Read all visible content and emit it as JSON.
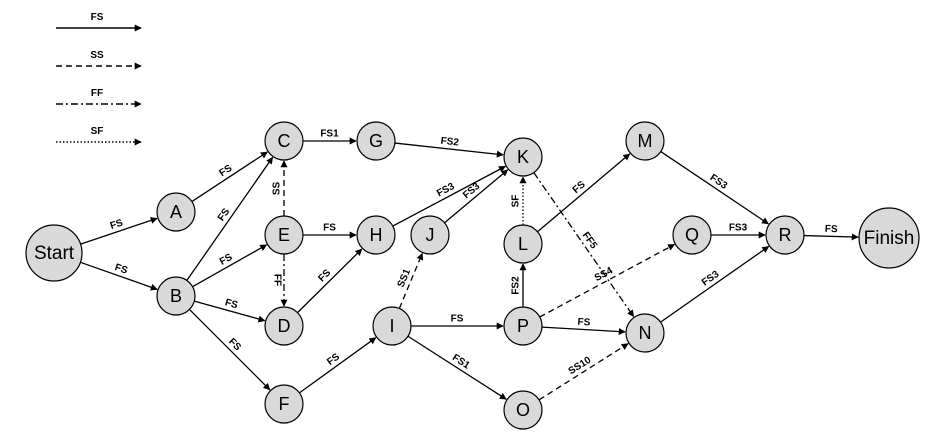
{
  "diagram": {
    "line_color": "#000000",
    "node_fill": "#d9d9d9",
    "legend": [
      {
        "type": "FS",
        "label": "FS",
        "style": "solid"
      },
      {
        "type": "SS",
        "label": "SS",
        "style": "dashed"
      },
      {
        "type": "FF",
        "label": "FF",
        "style": "dashdot"
      },
      {
        "type": "SF",
        "label": "SF",
        "style": "dotted"
      }
    ],
    "nodes": [
      {
        "id": "Start",
        "label": "Start"
      },
      {
        "id": "A",
        "label": "A"
      },
      {
        "id": "B",
        "label": "B"
      },
      {
        "id": "C",
        "label": "C"
      },
      {
        "id": "E",
        "label": "E"
      },
      {
        "id": "D",
        "label": "D"
      },
      {
        "id": "F",
        "label": "F"
      },
      {
        "id": "G",
        "label": "G"
      },
      {
        "id": "H",
        "label": "H"
      },
      {
        "id": "I",
        "label": "I"
      },
      {
        "id": "J",
        "label": "J"
      },
      {
        "id": "K",
        "label": "K"
      },
      {
        "id": "L",
        "label": "L"
      },
      {
        "id": "P",
        "label": "P"
      },
      {
        "id": "O",
        "label": "O"
      },
      {
        "id": "M",
        "label": "M"
      },
      {
        "id": "Q",
        "label": "Q"
      },
      {
        "id": "N",
        "label": "N"
      },
      {
        "id": "R",
        "label": "R"
      },
      {
        "id": "Finish",
        "label": "Finish"
      }
    ],
    "edges": [
      {
        "from": "Start",
        "to": "A",
        "label": "FS",
        "style": "solid"
      },
      {
        "from": "Start",
        "to": "B",
        "label": "FS",
        "style": "solid"
      },
      {
        "from": "A",
        "to": "C",
        "label": "FS",
        "style": "solid"
      },
      {
        "from": "B",
        "to": "C",
        "label": "FS",
        "style": "solid"
      },
      {
        "from": "B",
        "to": "E",
        "label": "FS",
        "style": "solid"
      },
      {
        "from": "B",
        "to": "D",
        "label": "FS",
        "style": "solid"
      },
      {
        "from": "B",
        "to": "F",
        "label": "FS",
        "style": "solid"
      },
      {
        "from": "E",
        "to": "C",
        "label": "SS",
        "style": "dashed"
      },
      {
        "from": "E",
        "to": "D",
        "label": "FF",
        "style": "dashdot"
      },
      {
        "from": "E",
        "to": "H",
        "label": "FS",
        "style": "solid"
      },
      {
        "from": "C",
        "to": "G",
        "label": "FS1",
        "style": "solid"
      },
      {
        "from": "G",
        "to": "K",
        "label": "FS2",
        "style": "solid"
      },
      {
        "from": "D",
        "to": "H",
        "label": "FS",
        "style": "solid"
      },
      {
        "from": "H",
        "to": "K",
        "label": "FS3",
        "style": "solid"
      },
      {
        "from": "F",
        "to": "I",
        "label": "FS",
        "style": "solid"
      },
      {
        "from": "I",
        "to": "J",
        "label": "SS1",
        "style": "dashed"
      },
      {
        "from": "J",
        "to": "K",
        "label": "FS3",
        "style": "solid"
      },
      {
        "from": "I",
        "to": "P",
        "label": "FS",
        "style": "solid"
      },
      {
        "from": "I",
        "to": "O",
        "label": "FS1",
        "style": "solid"
      },
      {
        "from": "L",
        "to": "K",
        "label": "SF",
        "style": "dotted"
      },
      {
        "from": "P",
        "to": "L",
        "label": "FS2",
        "style": "solid"
      },
      {
        "from": "L",
        "to": "M",
        "label": "FS",
        "style": "solid"
      },
      {
        "from": "K",
        "to": "N",
        "label": "FF5",
        "style": "dashdot"
      },
      {
        "from": "P",
        "to": "Q",
        "label": "SS4",
        "style": "dashed"
      },
      {
        "from": "P",
        "to": "N",
        "label": "FS",
        "style": "solid"
      },
      {
        "from": "O",
        "to": "N",
        "label": "SS10",
        "style": "dashed"
      },
      {
        "from": "M",
        "to": "R",
        "label": "FS3",
        "style": "solid"
      },
      {
        "from": "Q",
        "to": "R",
        "label": "FS3",
        "style": "solid"
      },
      {
        "from": "N",
        "to": "R",
        "label": "FS3",
        "style": "solid"
      },
      {
        "from": "R",
        "to": "Finish",
        "label": "FS",
        "style": "solid"
      }
    ]
  }
}
